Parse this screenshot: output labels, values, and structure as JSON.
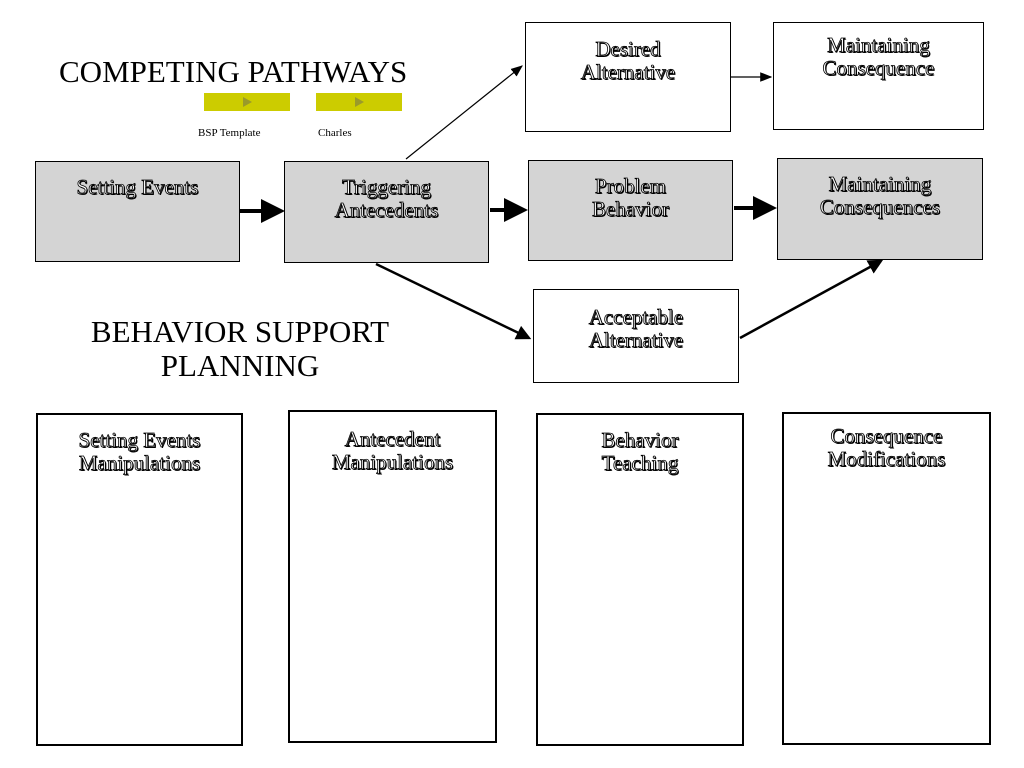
{
  "titles": {
    "competing": "COMPETING PATHWAYS",
    "bsp": "BEHAVIOR SUPPORT\nPLANNING"
  },
  "nav": [
    {
      "label": "BSP Template",
      "icon": "play-icon",
      "color": "#cccc00"
    },
    {
      "label": "Charles",
      "icon": "play-icon",
      "color": "#cccc00"
    }
  ],
  "pathway": {
    "setting_events": "Setting Events",
    "triggering_antecedents": "Triggering\nAntecedents",
    "problem_behavior": "Problem\nBehavior",
    "maintaining_consequences": "Maintaining\nConsequences",
    "desired_alternative": "Desired\nAlternative",
    "maintaining_consequence": "Maintaining\nConsequence",
    "acceptable_alternative": "Acceptable\nAlternative"
  },
  "planning": [
    "Setting Events\nManipulations",
    "Antecedent\nManipulations",
    "Behavior\nTeaching",
    "Consequence\nModifications"
  ],
  "colors": {
    "grey_box": "#d4d4d4",
    "nav_button": "#cccc00"
  }
}
